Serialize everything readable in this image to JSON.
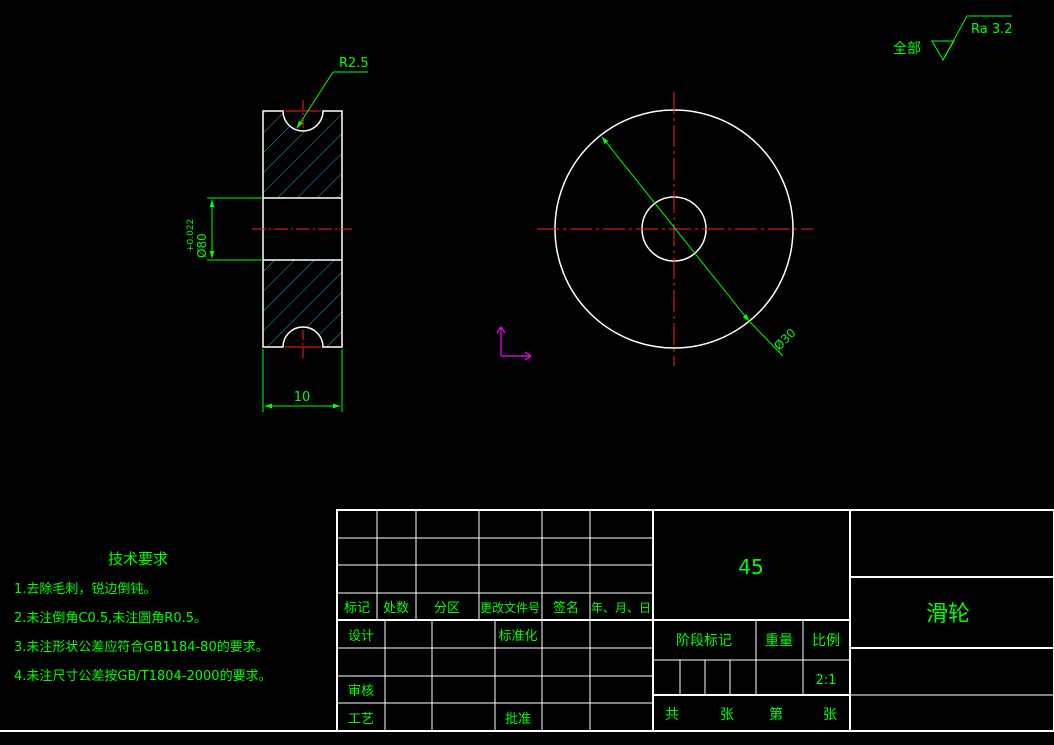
{
  "drawing": {
    "roughness": {
      "prefix": "全部",
      "value": "Ra 3.2"
    },
    "dimensions": {
      "radius": "R2.5",
      "bore": "Ø80",
      "bore_tolerance_upper": "+0.022",
      "width": "10",
      "outer_diameter": "Ø30"
    },
    "notes": {
      "title": "技术要求",
      "items": [
        "1.去除毛刺，锐边倒钝。",
        "2.未注倒角C0.5,未注圆角R0.5。",
        "3.未注形状公差应符合GB1184-80的要求。",
        "4.未注尺寸公差按GB/T1804-2000的要求。"
      ]
    }
  },
  "title_block": {
    "material": "45",
    "part_name": "滑轮",
    "revision_headers": [
      "标记",
      "处数",
      "分区",
      "更改文件号",
      "签名",
      "年、月、日"
    ],
    "design": "设计",
    "standardization": "标准化",
    "review": "审核",
    "process": "工艺",
    "approve": "批准",
    "stage_mark": "阶段标记",
    "weight": "重量",
    "scale_label": "比例",
    "scale_value": "2:1",
    "sheets_total": "共",
    "sheet_unit_1": "张",
    "sheet_of": "第",
    "sheet_unit_2": "张"
  }
}
